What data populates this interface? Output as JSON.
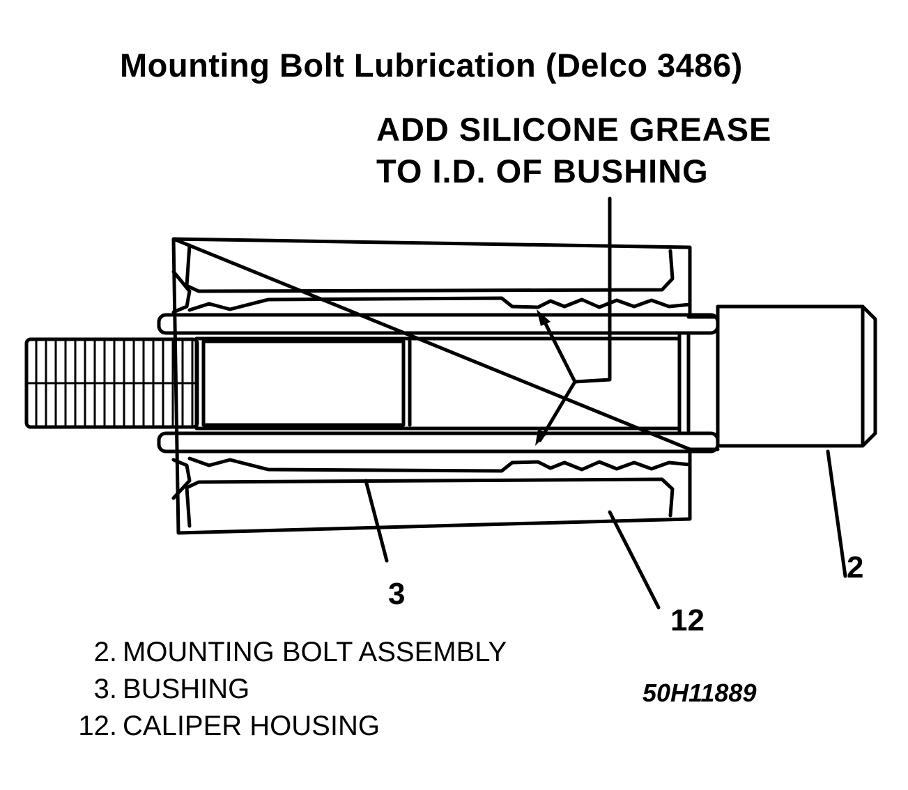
{
  "title": "Mounting Bolt Lubrication (Delco 3486)",
  "callout": {
    "line1": "ADD SILICONE GREASE",
    "line2": "TO I.D. OF BUSHING"
  },
  "part_numbers": {
    "bolt": "2",
    "bushing": "3",
    "housing": "12"
  },
  "legend": [
    {
      "num": "2.",
      "label": "MOUNTING BOLT ASSEMBLY"
    },
    {
      "num": "3.",
      "label": "BUSHING"
    },
    {
      "num": "12.",
      "label": "CALIPER HOUSING"
    }
  ],
  "figure_id": "50H11889"
}
